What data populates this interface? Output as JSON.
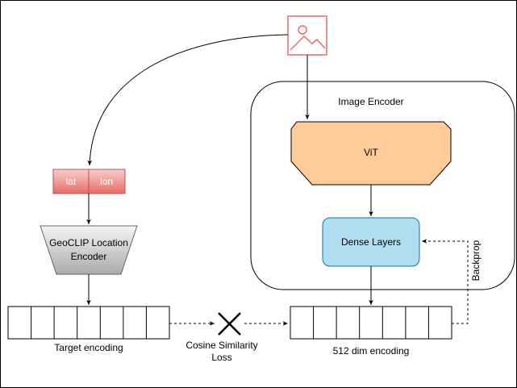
{
  "image_encoder": {
    "title": "Image Encoder",
    "vit_label": "ViT",
    "dense_label": "Dense Layers",
    "vit_color": "#FFCC99",
    "dense_color": "#B1DDF0"
  },
  "coords": {
    "lat_label": "lat",
    "lon_label": "lon",
    "color": "#F08080"
  },
  "location_encoder": {
    "line1": "GeoCLIP Location",
    "line2": "Encoder"
  },
  "encodings": {
    "target_label": "Target encoding",
    "output_label": "512 dim encoding"
  },
  "loss": {
    "line1": "Cosine Similarity",
    "line2": "Loss"
  },
  "backprop_label": "Backprop",
  "input_icon": "image-icon"
}
